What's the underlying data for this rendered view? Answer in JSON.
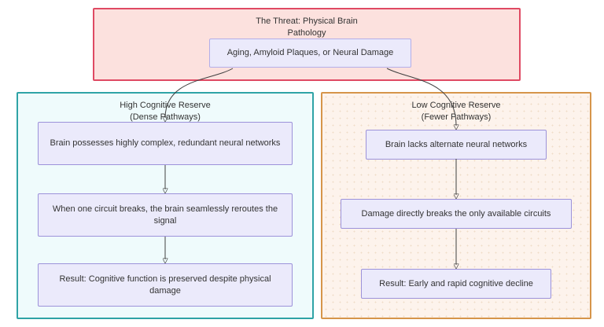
{
  "diagram": {
    "background": "#ffffff",
    "arrow_color": "#404040",
    "node_style": {
      "fill": "#ebeafb",
      "border": "#9c92da"
    },
    "threat": {
      "title_line1": "The Threat: Physical Brain",
      "title_line2": "Pathology",
      "node": "Aging, Amyloid Plaques, or Neural Damage",
      "fill": "#fce1de",
      "border": "#df4a63",
      "node_border": "#b3aee8"
    },
    "high_reserve": {
      "title_line1": "High Cognitive Reserve",
      "title_line2": "(Dense Pathways)",
      "nodes": [
        "Brain possesses highly complex, redundant neural networks",
        "When one circuit breaks, the brain seamlessly reroutes the signal",
        "Result: Cognitive function is preserved despite physical damage"
      ],
      "fill": "#effbfc",
      "border": "#2fa3a6"
    },
    "low_reserve": {
      "title_line1": "Low Cognitive Reserve",
      "title_line2": "(Fewer Pathways)",
      "nodes": [
        "Brain lacks alternate neural networks",
        "Damage directly breaks the only available circuits",
        "Result: Early and rapid cognitive decline"
      ],
      "fill": "#fdf3ec",
      "border": "#d6954a"
    }
  }
}
